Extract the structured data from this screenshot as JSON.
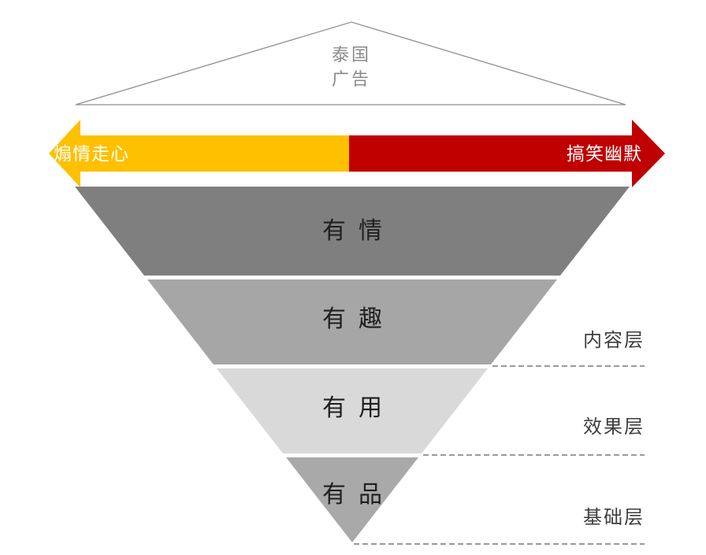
{
  "colors": {
    "gold": "#FFC000",
    "red": "#C00000",
    "layer1": "#7F7F7F",
    "layer2": "#A6A6A6",
    "layer3": "#D9D9D9",
    "layer4": "#A9A9A9",
    "roof_outline": "#8F8F8F",
    "dashed_line": "#9A9A9A"
  },
  "apex": {
    "line1": "泰国",
    "line2": "广告"
  },
  "spectrum": {
    "left_label": "煽情走心",
    "right_label": "搞笑幽默"
  },
  "funnel": {
    "layers": [
      {
        "label": "有情"
      },
      {
        "label": "有趣"
      },
      {
        "label": "有用"
      },
      {
        "label": "有品"
      }
    ]
  },
  "tiers": [
    {
      "label": "内容层"
    },
    {
      "label": "效果层"
    },
    {
      "label": "基础层"
    }
  ]
}
